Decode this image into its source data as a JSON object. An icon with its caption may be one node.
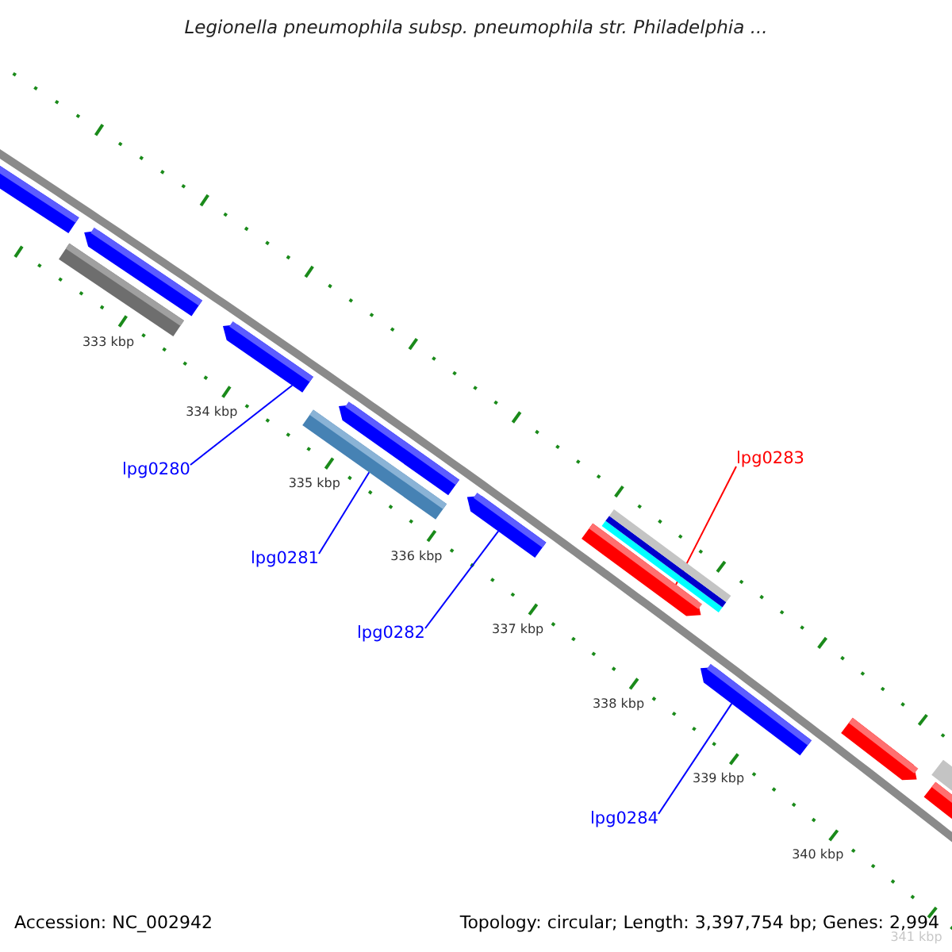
{
  "diagram": {
    "title": "Legionella pneumophila subsp. pneumophila str. Philadelphia ...",
    "nodes": [
      {
        "text": [
          "lpg0280"
        ]
      },
      {
        "text": [
          "lpg0281"
        ]
      },
      {
        "text": [
          "lpg0282"
        ]
      },
      {
        "text": [
          "lpg0283"
        ]
      },
      {
        "text": [
          "lpg0284"
        ]
      },
      {
        "text": [],
        "shape": "bar"
      },
      {
        "text": [],
        "shape": "bar"
      },
      {
        "text": [],
        "shape": "bar"
      },
      {
        "text": [],
        "shape": "bar"
      },
      {
        "text": [],
        "shape": "bar"
      },
      {
        "text": [],
        "shape": "bar"
      },
      {
        "text": [],
        "shape": "bar"
      },
      {
        "text": [],
        "shape": "bar"
      },
      {
        "text": [],
        "shape": "bar"
      },
      {
        "text": [],
        "shape": "bar"
      },
      {
        "text": [],
        "shape": "bar"
      },
      {
        "text": [],
        "shape": "bar"
      },
      {
        "text": [],
        "shape": "bar"
      },
      {
        "text": [],
        "shape": "bar"
      },
      {
        "text": [],
        "shape": "bar"
      }
    ],
    "edges": [
      {
        "from": 0,
        "to": 8,
        "arrow": "none"
      },
      {
        "from": 1,
        "to": 10,
        "arrow": "none"
      },
      {
        "from": 2,
        "to": 11,
        "arrow": "none"
      },
      {
        "from": 3,
        "to": 12,
        "arrow": "none",
        "color": "#ff0000"
      },
      {
        "from": 4,
        "to": 16,
        "arrow": "none"
      }
    ],
    "labels": [
      "333 kbp",
      "334 kbp",
      "335 kbp",
      "336 kbp",
      "337 kbp",
      "338 kbp",
      "339 kbp",
      "340 kbp",
      "341 kbp",
      "Accession: NC_002942",
      "Topology: circular; Length: 3,397,754 bp; Genes: 2,994"
    ]
  }
}
